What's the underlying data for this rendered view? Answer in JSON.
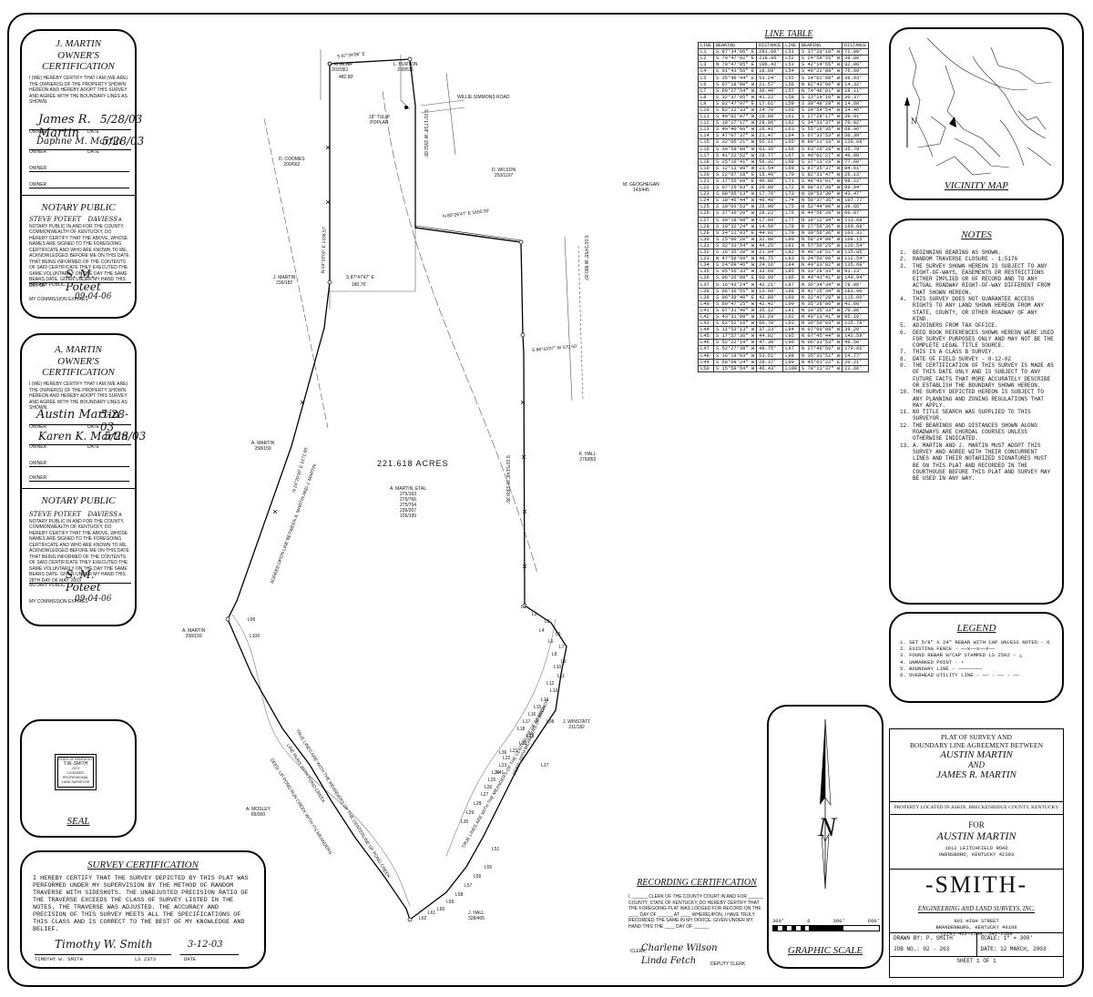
{
  "martin_j_cert": {
    "name": "J. MARTIN",
    "title": "OWNER'S CERTIFICATION",
    "text": "I (WE) HEREBY CERTIFY THAT I AM (WE ARE) THE OWNER(S) OF THE PROPERTY SHOWN HEREON AND HEREBY ADOPT THIS SURVEY AND AGREE WITH THE BOUNDARY LINES AS SHOWN.",
    "sig1": "James R. Martin",
    "date1": "5/28/03",
    "sig2": "Daphne M. Martin",
    "date2": "5/28/03",
    "owner_label": "OWNER",
    "date_label": "DATE"
  },
  "notary1": {
    "title": "NOTARY PUBLIC",
    "name": "STEVE POTEET",
    "county": "DAVIESS",
    "text": "A NOTARY PUBLIC IN AND FOR THE COUNTY, COMMONWEALTH OF KENTUCKY, DO HEREBY CERTIFY THAT THE ABOVE, WHOSE NAMES ARE SIGNED TO THE FOREGOING CERTIFICATE AND WHO ARE KNOWN TO ME, ACKNOWLEDGED BEFORE ME ON THIS DATE THAT BEING INFORMED OF THE CONTENTS OF SAID CERTIFICATE THEY EXECUTED THE SAME VOLUNTARILY ON THE DAY THE SAME BEARS DATE. GIVEN UNDER MY HAND THIS DAY OF",
    "notary_label": "NOTARY PUBLIC",
    "sig": "S. M. Poteet",
    "expires_label": "MY COMMISSION EXPIRES",
    "expires": "09-04-06"
  },
  "martin_a_cert": {
    "name": "A. MARTIN",
    "title": "OWNER'S CERTIFICATION",
    "text": "I (WE) HEREBY CERTIFY THAT I AM (WE ARE) THE OWNER(S) OF THE PROPERTY SHOWN HEREON AND HEREBY ADOPT THIS SURVEY AND AGREE WITH THE BOUNDARY LINES AS SHOWN.",
    "sig1": "Austin Martin",
    "date1": "5-28-03",
    "sig2": "Karen K. Martin",
    "date2": "5/28/03",
    "owner_label": "OWNER",
    "date_label": "DATE"
  },
  "notary2": {
    "title": "NOTARY PUBLIC",
    "name": "STEVE POTEET",
    "county": "DAVIESS",
    "text": "A NOTARY PUBLIC IN AND FOR THE COUNTY, COMMONWEALTH OF KENTUCKY, DO HEREBY CERTIFY THAT THE ABOVE, WHOSE NAMES ARE SIGNED TO THE FOREGOING CERTIFICATE AND WHO ARE KNOWN TO ME, ACKNOWLEDGED BEFORE ME ON THIS DATE THAT BEING INFORMED OF THE CONTENTS OF SAID CERTIFICATE THEY EXECUTED THE SAME VOLUNTARILY ON THE DAY THE SAME BEARS DATE. GIVEN UNDER MY HAND THIS 28TH DAY OF MAY, 2003",
    "notary_label": "NOTARY PUBLIC",
    "sig": "S. M. Poteet",
    "expires_label": "MY COMMISSION EXPIRES",
    "expires": "09-04-06"
  },
  "seal": {
    "title": "SEAL",
    "line1": "STATE OF KENTUCKY",
    "line2": "T.W. SMITH",
    "line3": "2373",
    "line4": "LICENSED",
    "line5": "PROFESSIONAL",
    "line6": "LAND SURVEYOR"
  },
  "survey_cert": {
    "title": "SURVEY CERTIFICATION",
    "text": "I HEREBY CERTIFY THAT THE SURVEY DEPICTED BY THIS PLAT WAS PERFORMED UNDER MY SUPERVISION BY THE METHOD OF RANDOM TRAVERSE WITH SIDESHOTS. THE UNADJUSTED PRECISION RATIO OF THE TRAVERSE EXCEEDS THE CLASS OF SURVEY LISTED IN THE NOTES. THE TRAVERSE WAS ADJUSTED. THE ACCURACY AND PRECISION OF THIS SURVEY MEETS ALL THE SPECIFICATIONS OF THIS CLASS AND IS CORRECT TO THE BEST OF MY KNOWLEDGE AND BELIEF.",
    "signer": "TIMOTHY W. SMITH",
    "ls": "LS 2373",
    "date_label": "DATE",
    "date": "3-12-03",
    "sig": "Timothy W. Smith"
  },
  "recording_cert": {
    "title": "RECORDING CERTIFICATION",
    "text": "I, ______ CLERK OF THE COUNTY COURT IN AND FOR ______ COUNTY, STATE OF KENTUCKY, DO HEREBY CERTIFY THAT THE FOREGOING PLAT WAS LODGED FOR RECORD ON THE ____ DAY OF ______ AT ____ WHEREUPON, I HAVE TRULY RECORDED THE SAME IN MY OFFICE. GIVEN UNDER MY HAND THIS THE ____ DAY OF ______",
    "sig1": "Charlene Wilson",
    "sig2": "Linda Fetch",
    "clerk_label": "CLERK",
    "dc_label": "DEPUTY CLERK"
  },
  "line_table": {
    "title": "LINE TABLE",
    "headers": [
      "LINE",
      "BEARING",
      "DISTANCE",
      "LINE",
      "BEARING",
      "DISTANCE"
    ],
    "rows": [
      [
        "L1",
        "S 87°34'06\" E",
        "281.60'",
        "L51",
        "S 37°20'18\" W",
        "72.98'"
      ],
      [
        "L2",
        "S 79°47'02\" E",
        "218.86'",
        "L52",
        "S 24°58'55\" W",
        "38.80'"
      ],
      [
        "L3",
        "N 79°47'05\" E",
        "106.42'",
        "L53",
        "S 42°14'55\" W",
        "32.06'"
      ],
      [
        "L4",
        "S 01°43'56\" E",
        "18.69'",
        "L54",
        "S 40°22'08\" W",
        "76.89'"
      ],
      [
        "L5",
        "S 35°46'44\" E",
        "53.24'",
        "L55",
        "S 34°02'08\" W",
        "38.93'"
      ],
      [
        "L6",
        "S 07°18'00\" W",
        "21.57'",
        "L56",
        "N 82°43'06\" W",
        "14.32'"
      ],
      [
        "L7",
        "S 60°27'54\" W",
        "30.40'",
        "L57",
        "N 74°46'01\" W",
        "19.11'"
      ],
      [
        "L8",
        "S 32°37'05\" W",
        "41.22'",
        "L58",
        "S 13°19'10\" W",
        "30.37'"
      ],
      [
        "L9",
        "S 02°47'07\" E",
        "17.61'",
        "L59",
        "S 39°48'29\" W",
        "14.68'"
      ],
      [
        "L10",
        "S 82°22'33\" W",
        "24.78'",
        "L60",
        "S 34°54'54\" W",
        "24.46'"
      ],
      [
        "L11",
        "S 40°02'07\" W",
        "19.80'",
        "L61",
        "S 27°28'17\" W",
        "39.91'"
      ],
      [
        "L12",
        "S 18°17'17\" W",
        "28.06'",
        "L62",
        "S 34°33'37\" W",
        "70.02'"
      ],
      [
        "L13",
        "S 49°40'06\" W",
        "26.41'",
        "L63",
        "S 55°16'35\" W",
        "68.96'"
      ],
      [
        "L14",
        "S 47°07'37\" W",
        "21.47'",
        "L64",
        "S 67°33'53\" W",
        "30.39'"
      ],
      [
        "L15",
        "S 32°05'21\" W",
        "56.11'",
        "L65",
        "N 89°11'33\" W",
        "126.68'"
      ],
      [
        "L16",
        "S 30°59'08\" W",
        "63.35'",
        "L66",
        "S 63°26'28\" W",
        "35.78'"
      ],
      [
        "L17",
        "S 41°22'52\" W",
        "28.77'",
        "L67",
        "S 40°02'27\" W",
        "40.88'"
      ],
      [
        "L18",
        "S 25°16'41\" W",
        "56.32'",
        "L68",
        "S 37°13'23\" W",
        "77.60'"
      ],
      [
        "L19",
        "S 12°13'00\" W",
        "23.54'",
        "L69",
        "S 67°35'37\" W",
        "84.61'"
      ],
      [
        "L20",
        "S 22°07'18\" E",
        "15.49'",
        "L70",
        "S 82°31'47\" W",
        "26.13'"
      ],
      [
        "L21",
        "S 17°55'09\" E",
        "46.86'",
        "L71",
        "S 48°43'01\" W",
        "98.22'"
      ],
      [
        "L22",
        "S 07°26'03\" E",
        "20.80'",
        "L72",
        "N 08°31'38\" W",
        "89.94'"
      ],
      [
        "L23",
        "S 08°05'13\" W",
        "17.76'",
        "L73",
        "N 30°53'30\" W",
        "43.47'"
      ],
      [
        "L24",
        "S 18°46'44\" W",
        "48.48'",
        "L74",
        "N 58°37'35\" W",
        "107.77'"
      ],
      [
        "L25",
        "S 18°03'53\" W",
        "25.08'",
        "L75",
        "N 52°44'00\" W",
        "39.66'"
      ],
      [
        "L26",
        "S 37°36'20\" W",
        "28.22'",
        "L76",
        "N 44°56'20\" W",
        "60.87'"
      ],
      [
        "L27",
        "S 39°18'08\" W",
        "17.09'",
        "L77",
        "N 18°12'34\" W",
        "113.68'"
      ],
      [
        "L28",
        "S 19°32'24\" W",
        "14.50'",
        "L78",
        "N 27°56'36\" W",
        "169.68'"
      ],
      [
        "L29",
        "S 34°11'03\" E",
        "44.01'",
        "L79",
        "N 39°56'36\" W",
        "101.31'"
      ],
      [
        "L30",
        "S 25°00'20\" W",
        "32.00'",
        "L80",
        "N 58°24'00\" W",
        "108.15'"
      ],
      [
        "L31",
        "S 32°33'54\" W",
        "44.25'",
        "L81",
        "N 57°50'25\" W",
        "126.54'"
      ],
      [
        "L32",
        "S 16°35'20\" W",
        "21.04'",
        "L82",
        "N 48°18'51\" W",
        "115.85'"
      ],
      [
        "L33",
        "N 47°59'09\" W",
        "48.75'",
        "L83",
        "N 34°50'06\" W",
        "112.54'"
      ],
      [
        "L34",
        "S 24°09'46\" W",
        "24.16'",
        "L84",
        "N 49°33'02\" W",
        "135.68'"
      ],
      [
        "L35",
        "S 05°56'33\" W",
        "33.60'",
        "L85",
        "N 33°28'33\" W",
        "91.23'"
      ],
      [
        "L36",
        "S 06°26'08\" E",
        "60.99'",
        "L86",
        "N 49°43'41\" W",
        "149.94'"
      ],
      [
        "L37",
        "S 16°43'24\" W",
        "42.21'",
        "L87",
        "N 36°34'34\" W",
        "78.06'"
      ],
      [
        "L38",
        "S 06°36'55\" W",
        "13.09'",
        "L88",
        "N 42°15'34\" W",
        "183.90'"
      ],
      [
        "L39",
        "S 06°39'40\" E",
        "42.80'",
        "L89",
        "N 32°42'28\" W",
        "115.06'"
      ],
      [
        "L40",
        "S 69°47'25\" W",
        "42.42'",
        "L90",
        "N 35°26'06\" W",
        "41.60'"
      ],
      [
        "L41",
        "S 07°31'40\" W",
        "35.12'",
        "L91",
        "N 10°35'33\" W",
        "70.06'"
      ],
      [
        "L42",
        "S 43°31'09\" W",
        "33.29'",
        "L92",
        "N 49°13'41\" W",
        "95.10'"
      ],
      [
        "L43",
        "S 62°52'16\" W",
        "60.78'",
        "L93",
        "N 36°50'03\" W",
        "115.78'"
      ],
      [
        "L44",
        "S 11°53'13\" W",
        "37.23'",
        "L94",
        "N 07°00'08\" W",
        "39.29'"
      ],
      [
        "L45",
        "S 17°57'36\" W",
        "44.92'",
        "L95",
        "N 07°45'44\" W",
        "142.59'"
      ],
      [
        "L46",
        "S 52°22'14\" W",
        "47.38'",
        "L96",
        "N 06°31'53\" W",
        "49.50'"
      ],
      [
        "L47",
        "S 52°27'38\" W",
        "48.75'",
        "L97",
        "N 27°46'56\" W",
        "179.66'"
      ],
      [
        "L48",
        "S 16°19'03\" W",
        "53.51'",
        "L98",
        "N 35°31'51\" W",
        "14.77'"
      ],
      [
        "L49",
        "S 58°08'24\" W",
        "28.37'",
        "L99",
        "N 45°01'22\" E",
        "20.21'"
      ],
      [
        "L50",
        "S 15°58'54\" W",
        "46.43'",
        "L100",
        "S 78°11'37\" W",
        "22.66'"
      ]
    ]
  },
  "vicinity": {
    "title": "VICINITY MAP",
    "north": "N"
  },
  "notes": {
    "title": "NOTES",
    "items": [
      [
        "1.",
        "BEGINNING BEARING AS SHOWN."
      ],
      [
        "2.",
        "RANDOM TRAVERSE CLOSURE - 1:5176"
      ],
      [
        "3.",
        "THE SURVEY SHOWN HEREON IS SUBJECT TO ANY RIGHT-OF-WAYS, EASEMENTS OR RESTRICTIONS EITHER IMPLIED OR OF RECORD AND TO ANY ACTUAL ROADWAY RIGHT-OF-WAY DIFFERENT FROM THAT SHOWN HEREON."
      ],
      [
        "4.",
        "THIS SURVEY DOES NOT GUARANTEE ACCESS RIGHTS TO ANY LAND SHOWN HEREON FROM ANY STATE, COUNTY, OR OTHER ROADWAY OF ANY KIND."
      ],
      [
        "5.",
        "ADJOINERS FROM TAX OFFICE."
      ],
      [
        "6.",
        "DEED BOOK REFERENCES SHOWN HEREON WERE USED FOR SURVEY PURPOSES ONLY AND MAY NOT BE THE COMPLETE LEGAL TITLE SOURCE."
      ],
      [
        "7.",
        "THIS IS A CLASS B SURVEY."
      ],
      [
        "8.",
        "DATE OF FIELD SURVEY - 8-12-02"
      ],
      [
        "9.",
        "THE CERTIFICATION OF THIS SURVEY IS MADE AS OF THIS DATE ONLY AND IS SUBJECT TO ANY FUTURE FACTS THAT MORE ACCURATELY DESCRIBE OR ESTABLISH THE BOUNDARY SHOWN HEREON."
      ],
      [
        "10.",
        "THE SURVEY DEPICTED HEREON IS SUBJECT TO ANY PLANNING AND ZONING REGULATIONS THAT MAY APPLY."
      ],
      [
        "11.",
        "NO TITLE SEARCH WAS SUPPLIED TO THIS SURVEYOR."
      ],
      [
        "12.",
        "THE BEARINGS AND DISTANCES SHOWN ALONG ROADWAYS ARE CHORDAL COURSES UNLESS OTHERWISE INDICATED."
      ],
      [
        "13.",
        "A. MARTIN AND J. MARTIN MUST ADOPT THIS SURVEY AND AGREE WITH THEIR CONCURRENT LINES AND THEIR NOTARIZED SIGNATURES MUST BE ON THIS PLAT AND RECORDED IN THE COURTHOUSE BEFORE THIS PLAT AND SURVEY MAY BE USED IN ANY WAY."
      ]
    ]
  },
  "legend": {
    "title": "LEGEND",
    "items": [
      "1.  SET 5/8\" X 24\" REBAR WITH CAP UNLESS NOTED - O",
      "2.  EXISTING FENCE - ——x——x——x——",
      "3.  FOUND REBAR W/CAP STAMPED LS 2502 - △",
      "4.  UNMARKED POINT - •",
      "5.  BOUNDARY LINE - ————————",
      "6.  OVERHEAD UTILITY LINE - —— · —— · ——"
    ]
  },
  "graphic_scale": {
    "title": "GRAPHIC SCALE",
    "labels": [
      "300'",
      "0",
      "300'",
      "600'"
    ]
  },
  "title_block": {
    "line1": "PLAT OF SURVEY AND",
    "line2": "BOUNDARY LINE AGREEMENT BETWEEN",
    "party1": "AUSTIN MARTIN",
    "and": "AND",
    "party2": "JAMES R. MARTIN",
    "location": "PROPERTY LOCATED IN ASKIN, BRECKENRIDGE COUNTY, KENTUCKY",
    "for": "FOR",
    "client": "AUSTIN MARTIN",
    "addr1": "1612 LEITCHFIELD ROAD",
    "addr2": "OWENSBORO, KENTUCKY  42303",
    "firm": "-SMITH-",
    "firm_sub": "ENGINEERING AND LAND SURVEYS, INC.",
    "faddr1": "901 HIGH STREET",
    "faddr2": "BRANDENBURG, KENTUCKY 40108",
    "phone": "(270) 422-2588, 547-2588",
    "drawn": "DRAWN BY:  P. SMITH",
    "scale": "SCALE: 1\" = 300'",
    "job": "JOB NO.: 02 - 263",
    "date": "DATE: 12 MARCH, 2003",
    "sheet": "SHEET 1 OF 1"
  },
  "map": {
    "acres": "221.618 ACRES",
    "labels": {
      "khalar": "G. KHALAR\n203/361",
      "burton": "L. BURTON\n230/511",
      "road": "WILLIE SIMMONS ROAD",
      "poplar": "18\" TULIP\nPOPLAR",
      "coomes": "D. COOMES\n200/662",
      "wilson": "D. WILSON\n253/1197",
      "geoghegan": "M. GEOGHEGAN\n143/445",
      "jmartin": "J. MARTIN\n236/182",
      "amartin1": "A. MARTIN\n258/159",
      "amartin_etal": "A. MARTIN, ETAL\n276/163\n275/766\n275/764\n236/207\n105/199",
      "khall": "K. HALL\n276/853",
      "amartin2": "A. MARTIN\n258/159",
      "jwinstatt": "J. WINSTATT\n211/182",
      "amosley": "A. MOSLEY\n89/300",
      "jhall": "J. HALL\n328/405",
      "b1": "S 87°34'06\" E",
      "b1d": "482.80'",
      "b2": "N 80°26'47\" E  1650.00'",
      "b3": "S 86°43'07\" W  570.50'",
      "b4": "S 01°51'46\" W  1309.36'",
      "b5": "N 04°16'00\" E  1336.57'",
      "b6": "S 87°47'47\" E",
      "b6d": "180.76'",
      "b7": "S 01°17'18\" W  1552.65'",
      "b8": "S 01°24'55\" W  880.00'",
      "creek1": "TRUE LINES ARE WITH THE MEANDERS OF THE CENTERLINE OF POND CREEK",
      "creek2": "LINE RUNS WITH POND CREEK",
      "creek3": "DEED: UP POND RUN CREEK WITH ITS MEANDERS",
      "creek4": "TRUE LINES ARE WITH THE MEANDERS OF THE CENTERLINE OF BRANCH",
      "creek5": "DEED: WITH MEANDERS OF BRANCH",
      "agreed": "AGREED UPON LINE BETWEEN A. MARTIN AND J. MARTIN",
      "bl1": "N 04°10'29\" E",
      "bl2": "N 24°20'36\" E 1271.85'",
      "pts": [
        "L1",
        "L2",
        "L3",
        "L4",
        "L5",
        "L6",
        "L7",
        "L8",
        "L9",
        "L10",
        "L11",
        "L12",
        "L13",
        "L14",
        "L15",
        "L16",
        "L17",
        "L18",
        "L19",
        "L20",
        "L21",
        "L22",
        "L23",
        "L24",
        "L25",
        "L26",
        "L27",
        "L28",
        "L29",
        "L30",
        "L36",
        "L37",
        "L38",
        "L41",
        "L51",
        "L55",
        "L56",
        "L57",
        "L58",
        "L59",
        "L60",
        "L61",
        "L62",
        "L99",
        "L100"
      ]
    }
  }
}
